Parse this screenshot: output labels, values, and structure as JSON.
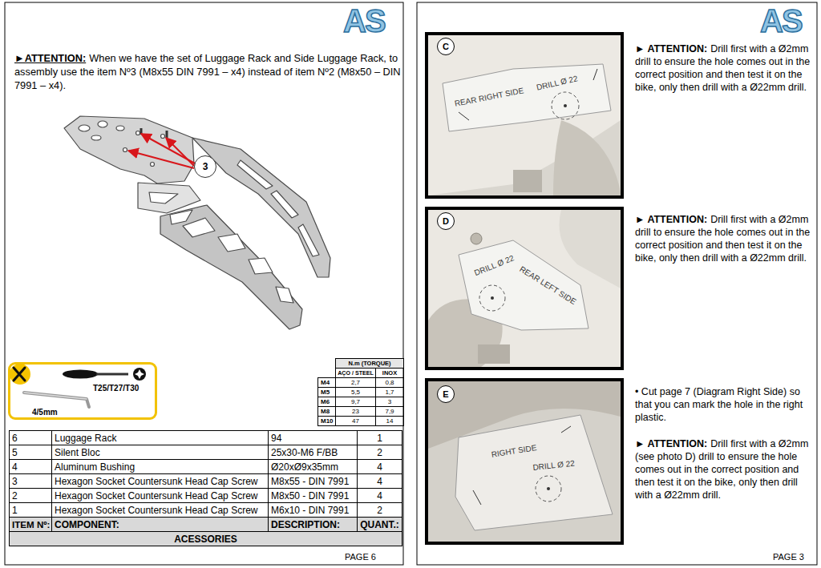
{
  "diagram": {
    "nodes": [
      {
        "text": [
          "3"
        ]
      },
      {
        "text": [
          "T25/T27/T30",
          "4/5mm"
        ]
      },
      {
        "text": [
          "C"
        ]
      },
      {
        "text": [
          "D"
        ]
      },
      {
        "text": [
          "E"
        ]
      }
    ],
    "labels": [
      "AS",
      "►ATTENTION:",
      "When we have the set of Luggage Rack and Side Luggage Rack, to assembly use the item Nº3 (M8x55 DIN 7991 – x4) instead of item Nº2 (M8x50 – DIN 7991 – x4).",
      "N.m (TORQUE)",
      "AÇO / STEEL",
      "INOX",
      "M4",
      "2,7",
      "0,8",
      "M5",
      "5,5",
      "1,7",
      "M6",
      "9,7",
      "3",
      "M8",
      "23",
      "7,9",
      "M10",
      "47",
      "14",
      "6",
      "Luggage Rack",
      "94",
      "1",
      "5",
      "Silent Bloc",
      "25x30-M6 F/BB",
      "2",
      "4",
      "Aluminum Bushing",
      "Ø20xØ9x35mm",
      "4",
      "3",
      "Hexagon Socket Countersunk Head Cap Screw",
      "M8x55 - DIN 7991",
      "4",
      "2",
      "Hexagon Socket Countersunk Head Cap Screw",
      "M8x50 - DIN 7991",
      "4",
      "1",
      "Hexagon Socket Countersunk Head Cap Screw",
      "M6x10 - DIN 7991",
      "2",
      "ITEM Nº:",
      "COMPONENT:",
      "DESCRIPTION:",
      "QUANT.:",
      "ACESSORIES",
      "PAGE 6",
      "AS",
      "REAR RIGHT SIDE",
      "DRILL Ø 22",
      "► ATTENTION:",
      "Drill first with a Ø2mm drill to ensure the hole comes out in the correct position and then test it on the bike, only then drill with a Ø22mm drill.",
      "DRILL Ø 22",
      "REAR LEFT SIDE",
      "► ATTENTION:",
      "Drill first with a Ø2mm drill to ensure the hole comes out in the correct position and then test it on the bike, only then drill with a Ø22mm drill.",
      "RIGHT SIDE",
      "DRILL Ø 22",
      "• Cut page 7 (Diagram Right Side) so that you can mark the hole in the right plastic.",
      "► ATTENTION:",
      "Drill first with a Ø2mm (see photo D) drill to ensure the hole comes out in the correct position and then test it on the bike, only then drill with a Ø22mm drill.",
      "PAGE 3"
    ]
  }
}
